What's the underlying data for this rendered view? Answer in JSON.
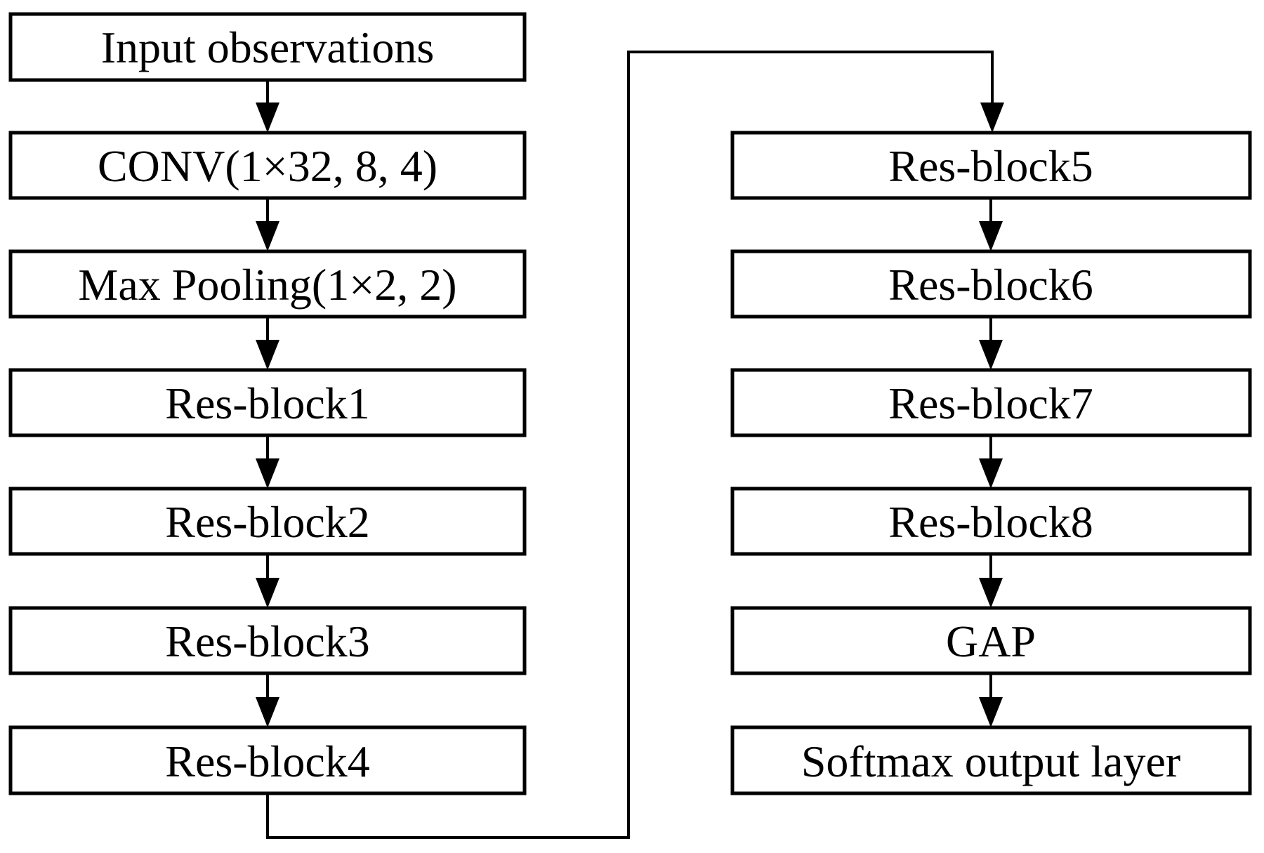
{
  "diagram": {
    "type": "flowchart",
    "description": "CNN architecture pipeline with residual blocks",
    "colors": {
      "background": "#ffffff",
      "box_fill": "#ffffff",
      "stroke": "#000000",
      "text": "#000000"
    },
    "left_column": [
      {
        "label": "Input observations"
      },
      {
        "label": "CONV(1×32, 8, 4)"
      },
      {
        "label": "Max Pooling(1×2, 2)"
      },
      {
        "label": "Res-block1"
      },
      {
        "label": "Res-block2"
      },
      {
        "label": "Res-block3"
      },
      {
        "label": "Res-block4"
      }
    ],
    "right_column": [
      {
        "label": "Res-block5"
      },
      {
        "label": "Res-block6"
      },
      {
        "label": "Res-block7"
      },
      {
        "label": "Res-block8"
      },
      {
        "label": "GAP"
      },
      {
        "label": "Softmax output layer"
      }
    ],
    "cross_connector": {
      "from": "Res-block4",
      "to": "Res-block5"
    },
    "flow_order": [
      "Input observations",
      "CONV(1×32, 8, 4)",
      "Max Pooling(1×2, 2)",
      "Res-block1",
      "Res-block2",
      "Res-block3",
      "Res-block4",
      "Res-block5",
      "Res-block6",
      "Res-block7",
      "Res-block8",
      "GAP",
      "Softmax output layer"
    ]
  }
}
